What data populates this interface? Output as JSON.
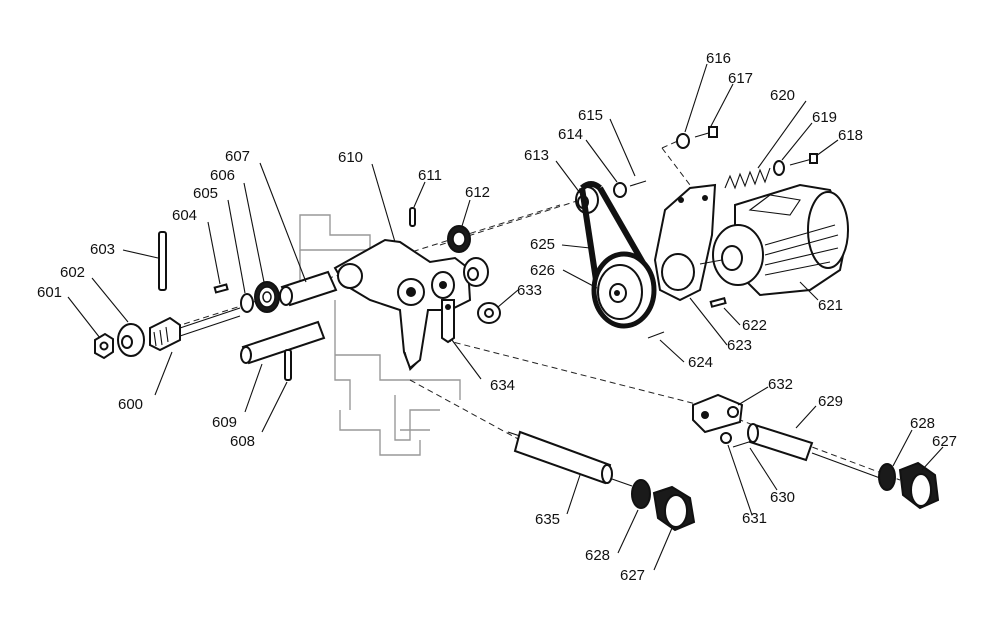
{
  "parts": [
    {
      "id": "p600",
      "label": "600"
    },
    {
      "id": "p601",
      "label": "601"
    },
    {
      "id": "p602",
      "label": "602"
    },
    {
      "id": "p603",
      "label": "603"
    },
    {
      "id": "p604",
      "label": "604"
    },
    {
      "id": "p605",
      "label": "605"
    },
    {
      "id": "p606",
      "label": "606"
    },
    {
      "id": "p607",
      "label": "607"
    },
    {
      "id": "p608",
      "label": "608"
    },
    {
      "id": "p609",
      "label": "609"
    },
    {
      "id": "p610",
      "label": "610"
    },
    {
      "id": "p611",
      "label": "611"
    },
    {
      "id": "p612",
      "label": "612"
    },
    {
      "id": "p613",
      "label": "613"
    },
    {
      "id": "p614",
      "label": "614"
    },
    {
      "id": "p615",
      "label": "615"
    },
    {
      "id": "p616",
      "label": "616"
    },
    {
      "id": "p617",
      "label": "617"
    },
    {
      "id": "p618",
      "label": "618"
    },
    {
      "id": "p619",
      "label": "619"
    },
    {
      "id": "p620",
      "label": "620"
    },
    {
      "id": "p621",
      "label": "621"
    },
    {
      "id": "p622",
      "label": "622"
    },
    {
      "id": "p623",
      "label": "623"
    },
    {
      "id": "p624",
      "label": "624"
    },
    {
      "id": "p625",
      "label": "625"
    },
    {
      "id": "p626",
      "label": "626"
    },
    {
      "id": "p627a",
      "label": "627"
    },
    {
      "id": "p627b",
      "label": "627"
    },
    {
      "id": "p628a",
      "label": "628"
    },
    {
      "id": "p628b",
      "label": "628"
    },
    {
      "id": "p629",
      "label": "629"
    },
    {
      "id": "p630",
      "label": "630"
    },
    {
      "id": "p631",
      "label": "631"
    },
    {
      "id": "p632",
      "label": "632"
    },
    {
      "id": "p633",
      "label": "633"
    },
    {
      "id": "p634",
      "label": "634"
    },
    {
      "id": "p635",
      "label": "635"
    }
  ]
}
